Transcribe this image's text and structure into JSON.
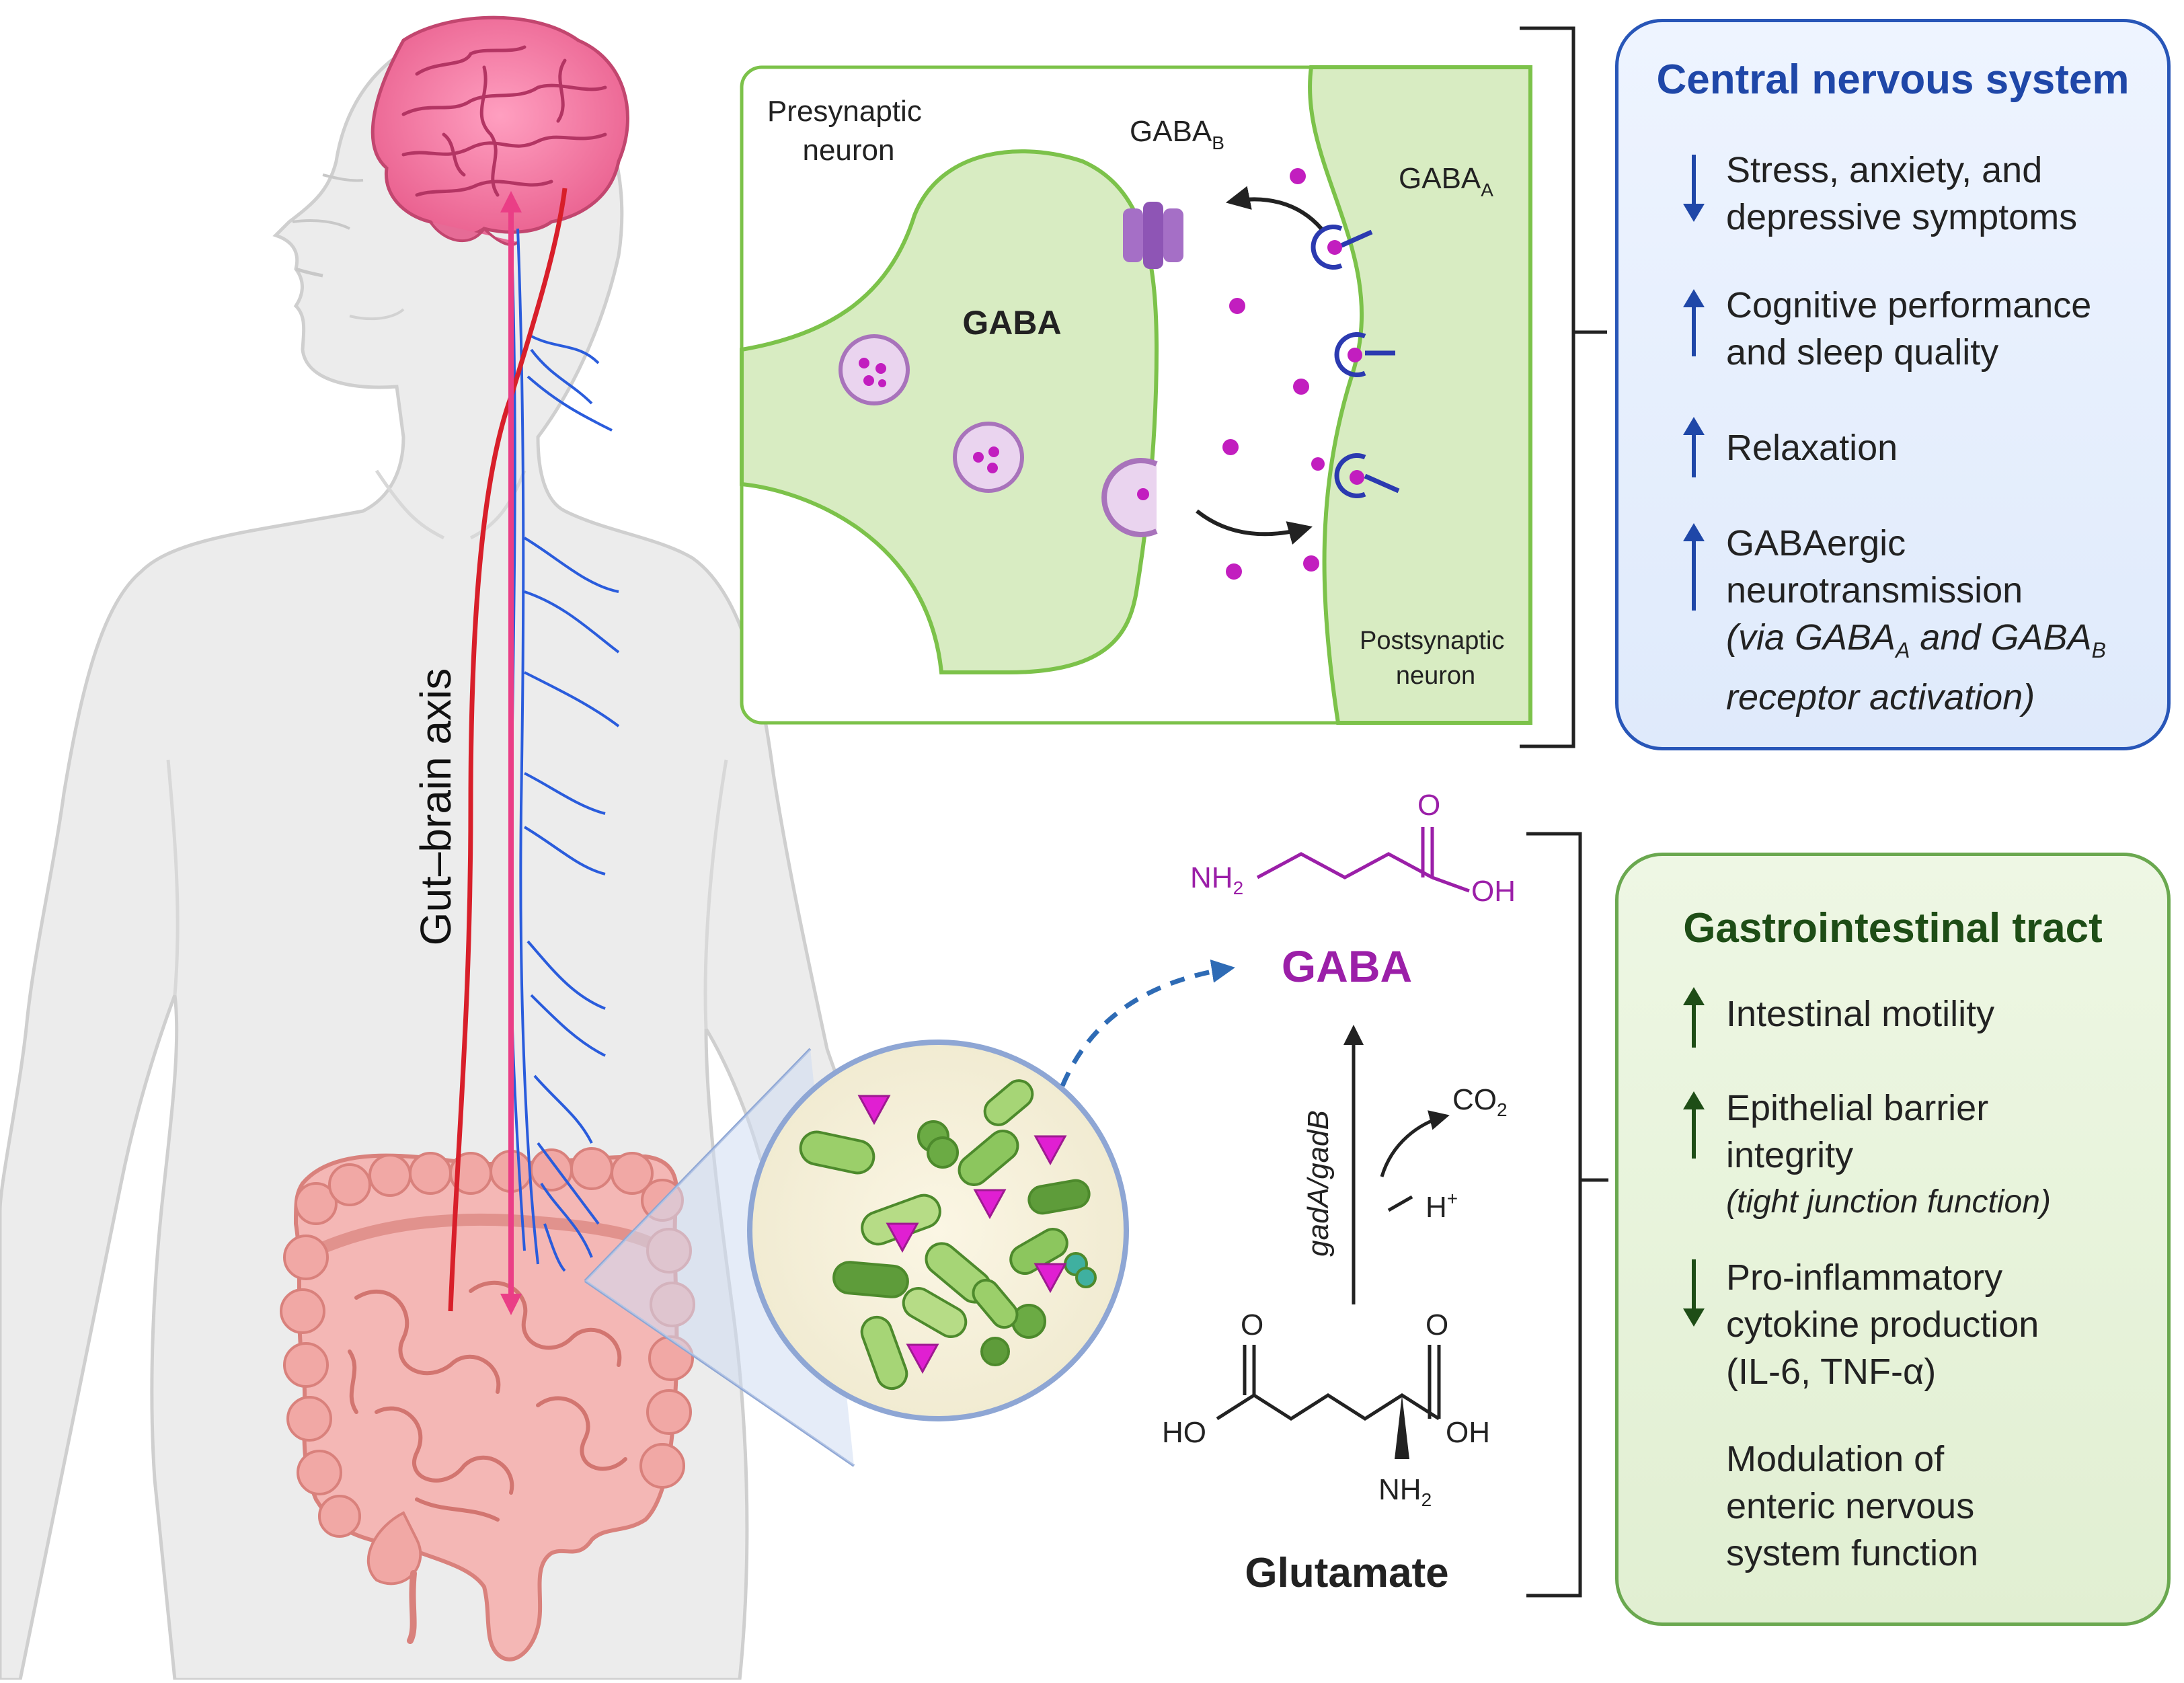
{
  "diagram": {
    "axis_label": "Gut–brain axis",
    "synapse": {
      "presynaptic_label": [
        "Presynaptic",
        "neuron"
      ],
      "postsynaptic_label": [
        "Postsynaptic",
        "neuron"
      ],
      "gaba_label": "GABA",
      "gabab_label": "GABA",
      "gabab_sub": "B",
      "gabaa_label": "GABA",
      "gabaa_sub": "A"
    },
    "chemistry": {
      "gaba_molecule_nh2": "NH",
      "gaba_molecule_nh2_sub": "2",
      "gaba_molecule_o": "O",
      "gaba_molecule_oh": "OH",
      "gaba_label": "GABA",
      "enzyme_label": "gadA/gadB",
      "co2": "CO",
      "co2_sub": "2",
      "h_plus": "H",
      "h_plus_sup": "+",
      "glutamate_ho": "HO",
      "glutamate_oh": "OH",
      "glutamate_o_left": "O",
      "glutamate_o_right": "O",
      "glutamate_nh2": "NH",
      "glutamate_nh2_sub": "2",
      "glutamate_label": "Glutamate"
    }
  },
  "cns_panel": {
    "title": "Central nervous system",
    "effects": [
      {
        "direction": "down",
        "lines": [
          "Stress, anxiety, and",
          "depressive symptoms"
        ]
      },
      {
        "direction": "up",
        "lines": [
          "Cognitive performance",
          "and sleep quality"
        ]
      },
      {
        "direction": "up",
        "lines": [
          "Relaxation"
        ]
      },
      {
        "direction": "up",
        "lines": [
          "GABAergic",
          "neurotransmission"
        ],
        "note_prefix": "(via GABA",
        "note_sub_a": "A",
        "note_mid": " and GABA",
        "note_sub_b": "B",
        "note_line2": "receptor activation)"
      }
    ]
  },
  "gi_panel": {
    "title": "Gastrointestinal tract",
    "effects": [
      {
        "direction": "up",
        "lines": [
          "Intestinal motility"
        ]
      },
      {
        "direction": "up",
        "lines": [
          "Epithelial barrier",
          "integrity"
        ],
        "note": "(tight junction function)"
      },
      {
        "direction": "down",
        "lines": [
          "Pro-inflammatory",
          "cytokine production",
          "(IL-6, TNF-α)"
        ]
      },
      {
        "direction": "none",
        "lines": [
          "Modulation of",
          "enteric nervous",
          "system function"
        ]
      }
    ]
  },
  "colors": {
    "cns_accent": "#1f47a8",
    "gi_accent": "#1e4d16",
    "gaba_purple": "#9b1fa8",
    "gaba_particle": "#c21ebf",
    "synapse_green": "#7cc24a",
    "afferent_red": "#d81f2a",
    "vagus_blue": "#2a5cdc"
  }
}
